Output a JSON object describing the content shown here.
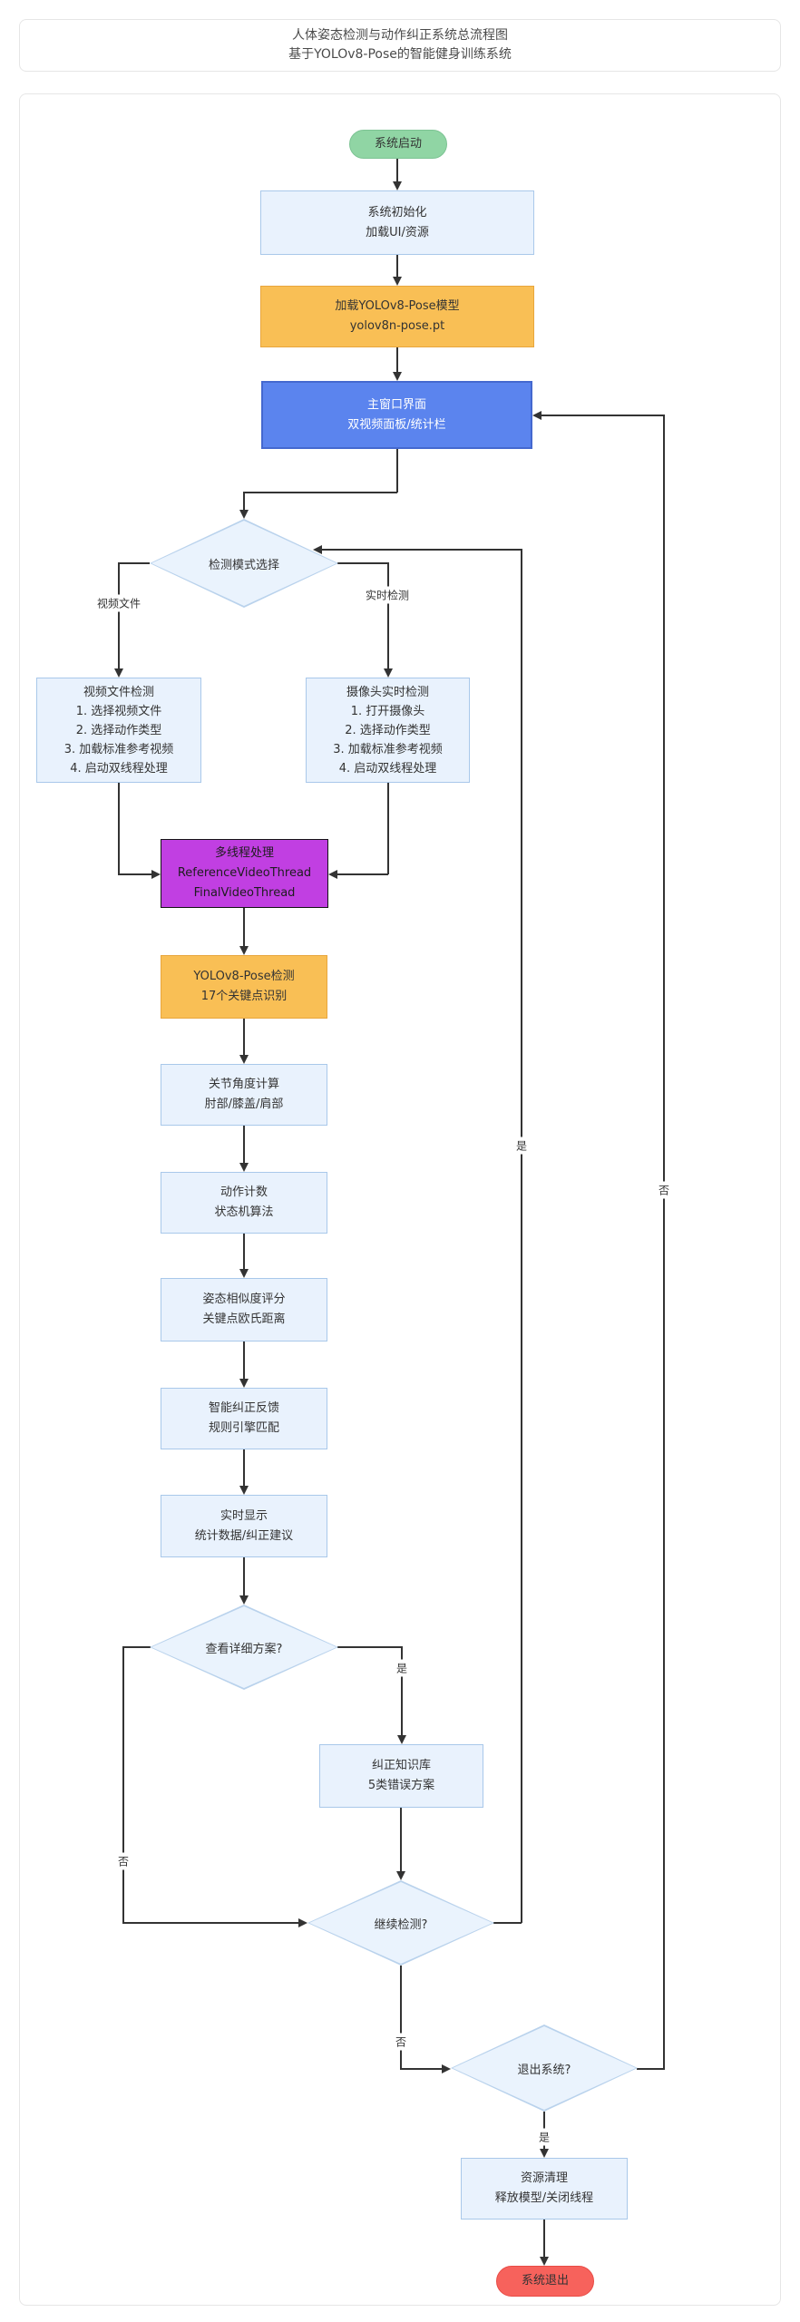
{
  "page": {
    "title_line1": "人体姿态检测与动作纠正系统总流程图",
    "title_line2": "基于YOLOv8-Pose的智能健身训练系统"
  },
  "colors": {
    "start_green": "#90d5a4",
    "end_red": "#f7625c",
    "process_fill": "#e9f2fd",
    "process_border": "#a9c8ea",
    "model_orange": "#f9bf55",
    "main_window_blue": "#5b84ee",
    "thread_purple": "#c13fe2",
    "line": "#333333"
  },
  "nodes": {
    "start": {
      "label": "系统启动"
    },
    "init": {
      "lines": [
        "系统初始化",
        "加载UI/资源"
      ]
    },
    "load_model": {
      "lines": [
        "加载YOLOv8-Pose模型",
        "yolov8n-pose.pt"
      ]
    },
    "main_window": {
      "lines": [
        "主窗口界面",
        "双视频面板/统计栏"
      ]
    },
    "mode_select": {
      "label": "检测模式选择"
    },
    "video_detect": {
      "lines": [
        "视频文件检测",
        "1. 选择视频文件",
        "2. 选择动作类型",
        "3. 加载标准参考视频",
        "4. 启动双线程处理"
      ]
    },
    "camera_detect": {
      "lines": [
        "摄像头实时检测",
        "1. 打开摄像头",
        "2. 选择动作类型",
        "3. 加载标准参考视频",
        "4. 启动双线程处理"
      ]
    },
    "multithread": {
      "lines": [
        "多线程处理",
        "ReferenceVideoThread",
        "FinalVideoThread"
      ]
    },
    "yolo_detect": {
      "lines": [
        "YOLOv8-Pose检测",
        "17个关键点识别"
      ]
    },
    "joint_angle": {
      "lines": [
        "关节角度计算",
        "肘部/膝盖/肩部"
      ]
    },
    "action_count": {
      "lines": [
        "动作计数",
        "状态机算法"
      ]
    },
    "pose_score": {
      "lines": [
        "姿态相似度评分",
        "关键点欧氏距离"
      ]
    },
    "smart_feedback": {
      "lines": [
        "智能纠正反馈",
        "规则引擎匹配"
      ]
    },
    "realtime_display": {
      "lines": [
        "实时显示",
        "统计数据/纠正建议"
      ]
    },
    "view_detail": {
      "label": "查看详细方案?"
    },
    "knowledge_base": {
      "lines": [
        "纠正知识库",
        "5类错误方案"
      ]
    },
    "continue_detect": {
      "label": "继续检测?"
    },
    "exit_system": {
      "label": "退出系统?"
    },
    "cleanup": {
      "lines": [
        "资源清理",
        "释放模型/关闭线程"
      ]
    },
    "end": {
      "label": "系统退出"
    }
  },
  "edge_labels": {
    "mode_video_file": "视频文件",
    "mode_realtime": "实时检测",
    "detail_yes": "是",
    "detail_no": "否",
    "continue_yes": "是",
    "continue_no": "否",
    "exit_yes": "是",
    "exit_no": "否"
  }
}
